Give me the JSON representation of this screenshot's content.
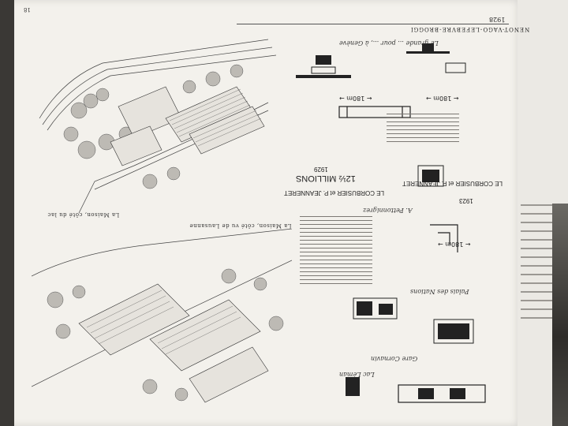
{
  "header": {
    "page_number": "18",
    "year": "1928",
    "authors": "NENOT-VAGO-LEFEBVRE-BROGGI"
  },
  "captions": {
    "top_plan": "",
    "bottom_plan": "La Maison, côté vu de Lausanne",
    "middle_left": "La Maison, côté du lac"
  },
  "right_column": {
    "year_1923": "1923",
    "year_1929": "1929",
    "cost_label": "12½ MILLIONS",
    "architects_1929": "LE CORBUSIER et P. JEANNERET",
    "architects_1923": "LE CORBUSIER et P. JEANNERET",
    "dimension_1": "← 180m →",
    "dimension_2": "← 180m →",
    "dimension_3": "← 180m →",
    "note_top": "Le grande ... pour ..., à Genève",
    "handwriting_1": "A. Pettonnigrez",
    "handwriting_2": "Gare Cornavin",
    "handwriting_3": "Lac Léman",
    "handwriting_4": "Palais des Nations"
  },
  "colors": {
    "page": "#f3f1ec",
    "ink": "#222222",
    "background": "#3a3835"
  }
}
